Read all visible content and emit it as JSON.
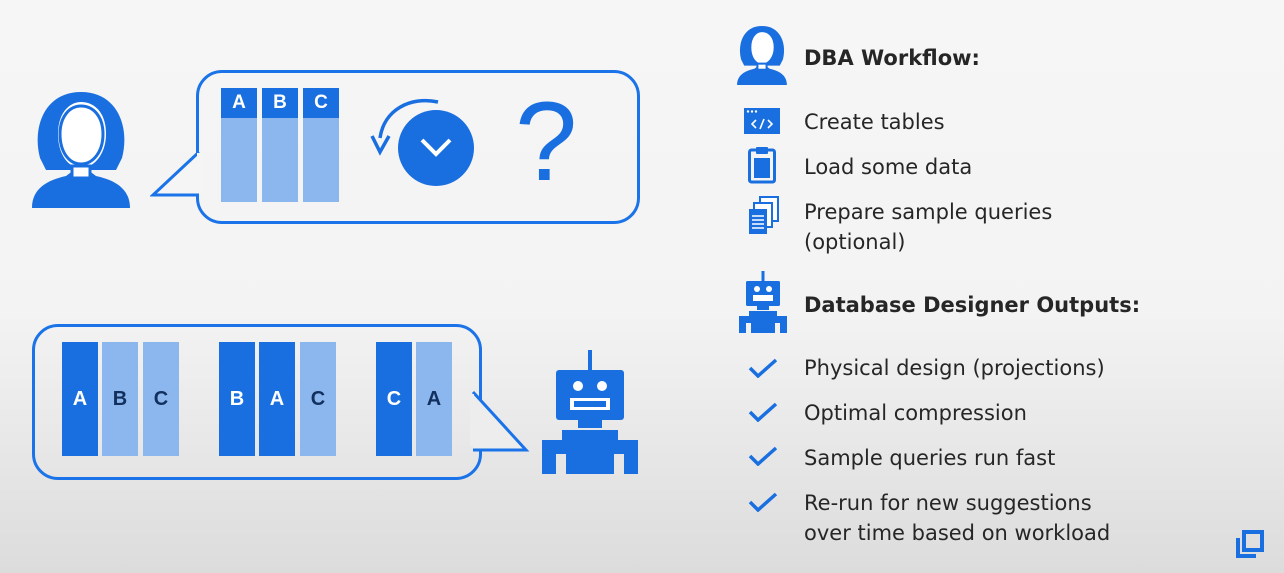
{
  "colors": {
    "accent": "#1a6fe0",
    "light": "#8bb7ee",
    "background": "#f4f4f4"
  },
  "top_bubble": {
    "table_headers": [
      "A",
      "B",
      "C"
    ],
    "icons": [
      "refresh-clock-icon",
      "question-mark-icon"
    ],
    "question_mark": "?"
  },
  "bottom_bubble": {
    "groups": [
      {
        "labels": [
          "A",
          "B",
          "C"
        ]
      },
      {
        "labels": [
          "B",
          "A",
          "C"
        ]
      },
      {
        "labels": [
          "C",
          "A"
        ]
      }
    ]
  },
  "dba": {
    "heading": "DBA Workflow:",
    "items": [
      {
        "icon": "code-window-icon",
        "text": "Create tables"
      },
      {
        "icon": "clipboard-icon",
        "text": "Load some data"
      },
      {
        "icon": "documents-icon",
        "text": "Prepare sample queries",
        "text2": "(optional)"
      }
    ]
  },
  "designer": {
    "heading": "Database Designer Outputs:",
    "items": [
      {
        "icon": "checkmark-icon",
        "text": "Physical design (projections)"
      },
      {
        "icon": "checkmark-icon",
        "text": "Optimal compression"
      },
      {
        "icon": "checkmark-icon",
        "text": "Sample queries run fast"
      },
      {
        "icon": "checkmark-icon",
        "text": "Re-run for new suggestions",
        "text2": "over time based on workload"
      }
    ]
  }
}
